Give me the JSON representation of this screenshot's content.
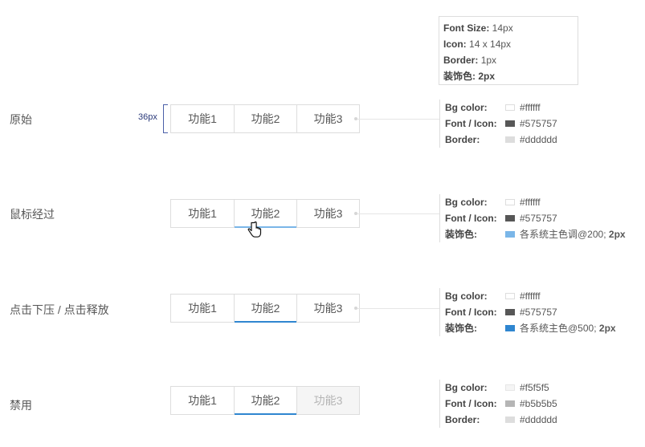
{
  "spec_box": {
    "font_size_key": "Font Size:",
    "font_size_val": "14px",
    "icon_key": "Icon:",
    "icon_val": "14 x 14px",
    "border_key": "Border:",
    "border_val": "1px",
    "deco_key": "装饰色:",
    "deco_val": "2px"
  },
  "height_label": "36px",
  "buttons": [
    "功能1",
    "功能2",
    "功能3"
  ],
  "states": [
    {
      "label": "原始",
      "specs": [
        {
          "key": "Bg color:",
          "value": "#ffffff",
          "swatch": "#ffffff"
        },
        {
          "key": "Font / Icon:",
          "value": "#575757",
          "swatch": "#575757"
        },
        {
          "key": "Border:",
          "value": "#dddddd",
          "swatch": "#dddddd"
        }
      ]
    },
    {
      "label": "鼠标经过",
      "specs": [
        {
          "key": "Bg color:",
          "value": "#ffffff",
          "swatch": "#ffffff"
        },
        {
          "key": "Font / Icon:",
          "value": "#575757",
          "swatch": "#575757"
        },
        {
          "key": "装饰色:",
          "value": "各系统主色调@200;",
          "value_bold": "2px",
          "swatch": "#7ab6e8"
        }
      ]
    },
    {
      "label": "点击下压 / 点击释放",
      "specs": [
        {
          "key": "Bg color:",
          "value": "#ffffff",
          "swatch": "#ffffff"
        },
        {
          "key": "Font / Icon:",
          "value": "#575757",
          "swatch": "#575757"
        },
        {
          "key": "装饰色:",
          "value": "各系统主色@500;",
          "value_bold": "2px",
          "swatch": "#2f86d0"
        }
      ]
    },
    {
      "label": "禁用",
      "specs": [
        {
          "key": "Bg color:",
          "value": "#f5f5f5",
          "swatch": "#f5f5f5"
        },
        {
          "key": "Font / Icon:",
          "value": "#b5b5b5",
          "swatch": "#b5b5b5"
        },
        {
          "key": "Border:",
          "value": "#dddddd",
          "swatch": "#dddddd"
        }
      ]
    }
  ]
}
